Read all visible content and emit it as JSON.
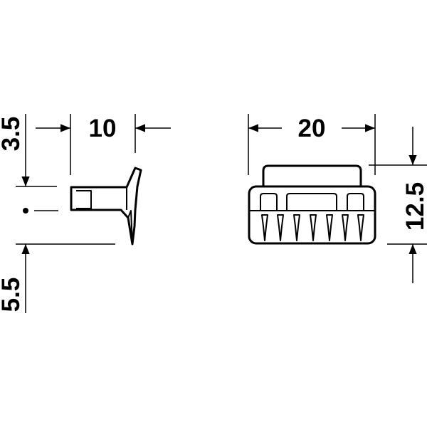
{
  "drawing": {
    "side_view": {
      "width_label": "10",
      "top_offset_label": "3.5",
      "bottom_offset_label": "5.5"
    },
    "front_view": {
      "width_label": "20",
      "height_label": "12.5"
    }
  },
  "colors": {
    "ink": "#000000",
    "paper": "#ffffff"
  }
}
